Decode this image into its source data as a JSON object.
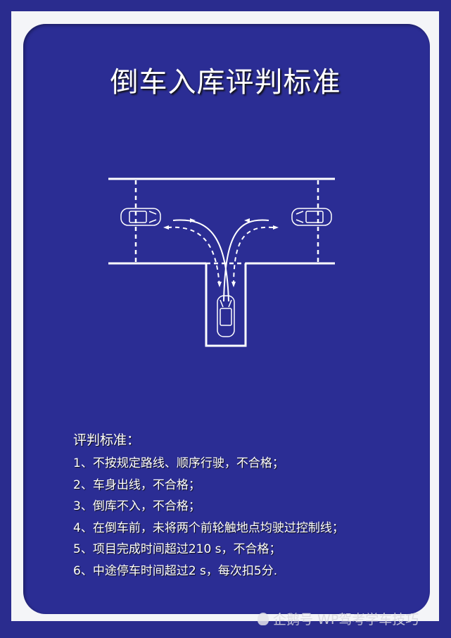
{
  "title": "倒车入库评判标准",
  "criteria": {
    "heading": "评判标准：",
    "items": [
      "1、不按规定路线、顺序行驶，不合格；",
      "2、车身出线，不合格；",
      "3、倒库不入，不合格；",
      "4、在倒车前，未将两个前轮触地点均驶过控制线；",
      "5、项目完成时间超过210 s，不合格；",
      "6、中途停车时间超过2 s，每次扣5分."
    ]
  },
  "diagram": {
    "description": "T-shaped reversing-into-garage layout with two cars at left and right control lines and one car parked in the garage",
    "line_color": "#ffffff"
  },
  "watermark": {
    "icon": "penguin-icon",
    "text": "企鹅号 WP驾考学车技巧"
  },
  "colors": {
    "background": "#2b2d94",
    "frame": "#f4f5f8",
    "text": "#ffffff"
  }
}
